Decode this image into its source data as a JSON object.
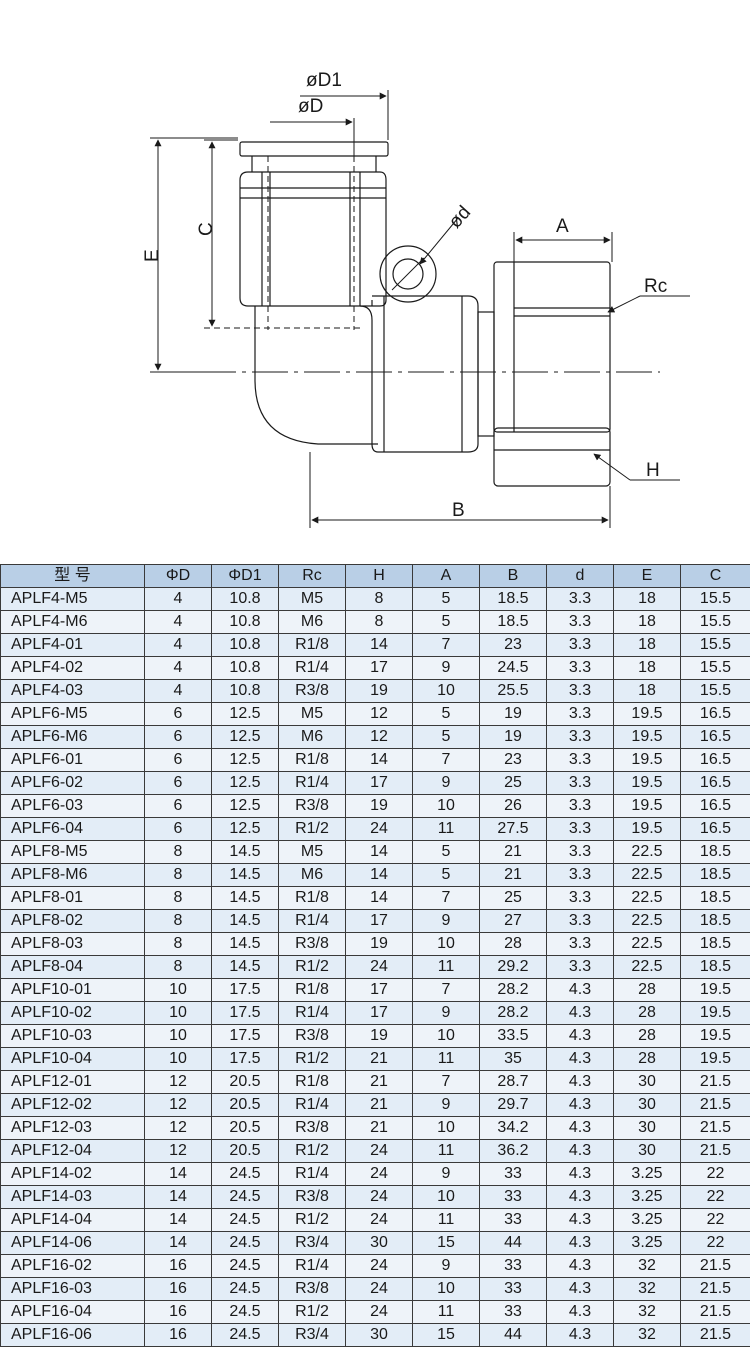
{
  "drawing": {
    "labels": {
      "D1": "øD1",
      "D": "øD",
      "d": "ød",
      "A": "A",
      "Rc": "Rc",
      "E": "E",
      "C": "C",
      "H": "H",
      "B": "B"
    }
  },
  "table": {
    "headers": [
      "型 号",
      "ΦD",
      "ΦD1",
      "Rc",
      "H",
      "A",
      "B",
      "d",
      "E",
      "C"
    ],
    "rows": [
      [
        "APLF4-M5",
        "4",
        "10.8",
        "M5",
        "8",
        "5",
        "18.5",
        "3.3",
        "18",
        "15.5"
      ],
      [
        "APLF4-M6",
        "4",
        "10.8",
        "M6",
        "8",
        "5",
        "18.5",
        "3.3",
        "18",
        "15.5"
      ],
      [
        "APLF4-01",
        "4",
        "10.8",
        "R1/8",
        "14",
        "7",
        "23",
        "3.3",
        "18",
        "15.5"
      ],
      [
        "APLF4-02",
        "4",
        "10.8",
        "R1/4",
        "17",
        "9",
        "24.5",
        "3.3",
        "18",
        "15.5"
      ],
      [
        "APLF4-03",
        "4",
        "10.8",
        "R3/8",
        "19",
        "10",
        "25.5",
        "3.3",
        "18",
        "15.5"
      ],
      [
        "APLF6-M5",
        "6",
        "12.5",
        "M5",
        "12",
        "5",
        "19",
        "3.3",
        "19.5",
        "16.5"
      ],
      [
        "APLF6-M6",
        "6",
        "12.5",
        "M6",
        "12",
        "5",
        "19",
        "3.3",
        "19.5",
        "16.5"
      ],
      [
        "APLF6-01",
        "6",
        "12.5",
        "R1/8",
        "14",
        "7",
        "23",
        "3.3",
        "19.5",
        "16.5"
      ],
      [
        "APLF6-02",
        "6",
        "12.5",
        "R1/4",
        "17",
        "9",
        "25",
        "3.3",
        "19.5",
        "16.5"
      ],
      [
        "APLF6-03",
        "6",
        "12.5",
        "R3/8",
        "19",
        "10",
        "26",
        "3.3",
        "19.5",
        "16.5"
      ],
      [
        "APLF6-04",
        "6",
        "12.5",
        "R1/2",
        "24",
        "11",
        "27.5",
        "3.3",
        "19.5",
        "16.5"
      ],
      [
        "APLF8-M5",
        "8",
        "14.5",
        "M5",
        "14",
        "5",
        "21",
        "3.3",
        "22.5",
        "18.5"
      ],
      [
        "APLF8-M6",
        "8",
        "14.5",
        "M6",
        "14",
        "5",
        "21",
        "3.3",
        "22.5",
        "18.5"
      ],
      [
        "APLF8-01",
        "8",
        "14.5",
        "R1/8",
        "14",
        "7",
        "25",
        "3.3",
        "22.5",
        "18.5"
      ],
      [
        "APLF8-02",
        "8",
        "14.5",
        "R1/4",
        "17",
        "9",
        "27",
        "3.3",
        "22.5",
        "18.5"
      ],
      [
        "APLF8-03",
        "8",
        "14.5",
        "R3/8",
        "19",
        "10",
        "28",
        "3.3",
        "22.5",
        "18.5"
      ],
      [
        "APLF8-04",
        "8",
        "14.5",
        "R1/2",
        "24",
        "11",
        "29.2",
        "3.3",
        "22.5",
        "18.5"
      ],
      [
        "APLF10-01",
        "10",
        "17.5",
        "R1/8",
        "17",
        "7",
        "28.2",
        "4.3",
        "28",
        "19.5"
      ],
      [
        "APLF10-02",
        "10",
        "17.5",
        "R1/4",
        "17",
        "9",
        "28.2",
        "4.3",
        "28",
        "19.5"
      ],
      [
        "APLF10-03",
        "10",
        "17.5",
        "R3/8",
        "19",
        "10",
        "33.5",
        "4.3",
        "28",
        "19.5"
      ],
      [
        "APLF10-04",
        "10",
        "17.5",
        "R1/2",
        "21",
        "11",
        "35",
        "4.3",
        "28",
        "19.5"
      ],
      [
        "APLF12-01",
        "12",
        "20.5",
        "R1/8",
        "21",
        "7",
        "28.7",
        "4.3",
        "30",
        "21.5"
      ],
      [
        "APLF12-02",
        "12",
        "20.5",
        "R1/4",
        "21",
        "9",
        "29.7",
        "4.3",
        "30",
        "21.5"
      ],
      [
        "APLF12-03",
        "12",
        "20.5",
        "R3/8",
        "21",
        "10",
        "34.2",
        "4.3",
        "30",
        "21.5"
      ],
      [
        "APLF12-04",
        "12",
        "20.5",
        "R1/2",
        "24",
        "11",
        "36.2",
        "4.3",
        "30",
        "21.5"
      ],
      [
        "APLF14-02",
        "14",
        "24.5",
        "R1/4",
        "24",
        "9",
        "33",
        "4.3",
        "3.25",
        "22"
      ],
      [
        "APLF14-03",
        "14",
        "24.5",
        "R3/8",
        "24",
        "10",
        "33",
        "4.3",
        "3.25",
        "22"
      ],
      [
        "APLF14-04",
        "14",
        "24.5",
        "R1/2",
        "24",
        "11",
        "33",
        "4.3",
        "3.25",
        "22"
      ],
      [
        "APLF14-06",
        "14",
        "24.5",
        "R3/4",
        "30",
        "15",
        "44",
        "4.3",
        "3.25",
        "22"
      ],
      [
        "APLF16-02",
        "16",
        "24.5",
        "R1/4",
        "24",
        "9",
        "33",
        "4.3",
        "32",
        "21.5"
      ],
      [
        "APLF16-03",
        "16",
        "24.5",
        "R3/8",
        "24",
        "10",
        "33",
        "4.3",
        "32",
        "21.5"
      ],
      [
        "APLF16-04",
        "16",
        "24.5",
        "R1/2",
        "24",
        "11",
        "33",
        "4.3",
        "32",
        "21.5"
      ],
      [
        "APLF16-06",
        "16",
        "24.5",
        "R3/4",
        "30",
        "15",
        "44",
        "4.3",
        "32",
        "21.5"
      ]
    ]
  }
}
